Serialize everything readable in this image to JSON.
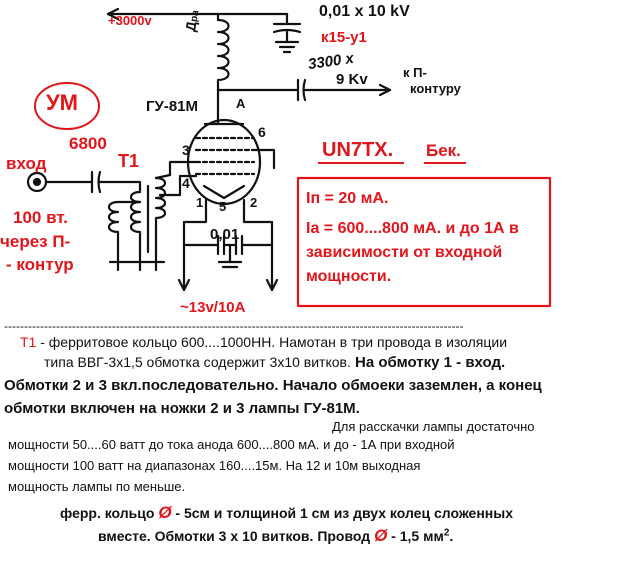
{
  "labels": {
    "hv_supply": "+3000v",
    "cap_top_value": "0,01 x  10 kV",
    "cap_top_type": "к15-у1",
    "choke": "Д",
    "choke_sub": "ра",
    "cap_out_value": "3300 x",
    "cap_out_voltage": "9 Kv",
    "to_pi_line1": "к  П-",
    "to_pi_line2": "контуру",
    "tube_name": "ГУ-81М",
    "anode_label": "А",
    "um_badge": "УМ",
    "resistor_6800": "6800",
    "transformer": "T1",
    "input": "вход",
    "input_note_1": "100 вт.",
    "input_note_2": "через П-",
    "input_note_3": "- контур",
    "pin_3": "3",
    "pin_4": "4",
    "pin_6": "6",
    "pin_1": "1",
    "pin_5": "5",
    "pin_2": "2",
    "cap_bottom": "0,01",
    "filament": "~13v/10A",
    "callsign": "UN7TX.",
    "city": "Бек.",
    "ip_line": "Iп = 20 мА.",
    "ia_line_1": "Iа = 600....800 мА. и до 1А в",
    "ia_line_2": "зависимости от входной",
    "ia_line_3": "мощности."
  },
  "notes": {
    "divider": "-------------------------------------------------------------------------------------------------------------------",
    "line1a": "T1",
    "line1b": " - ферритовое кольцо  600....1000НН. Намотан в три провода в изоляции",
    "line2a": "типа ВВГ-3х1,5  обмотка содержит  3х10 витков.",
    "line2b": " На обмотку 1 - вход.",
    "line3": "Обмотки 2 и 3 вкл.последовательно. Начало обмоеки заземлен, а конец",
    "line4": "обмотки включен на ножки 2 и 3 лампы ГУ-81М.",
    "line5": "Для расскачки лампы  достаточно",
    "line6": "мощности  50....60 ватт до тока анода  600....800 мА.  и до - 1А  при входной",
    "line7": "мощности   100 ватт на диапазонах  160....15м.  На 12 и 10м  выходная",
    "line8": "мощность лампы по меньше.",
    "line9a": "ферр. кольцо ",
    "line9b": " - 5см и толщиной 1 см из двух колец сложенных",
    "line10a": "вместе. Обмотки  3 х 10 витков. Провод ",
    "line10b": " - 1,5 мм",
    "line10c": "2",
    "line10d": "."
  },
  "colors": {
    "red": "#e2151b",
    "blue": "#1a2f8a",
    "box_border": "#e2151b"
  }
}
